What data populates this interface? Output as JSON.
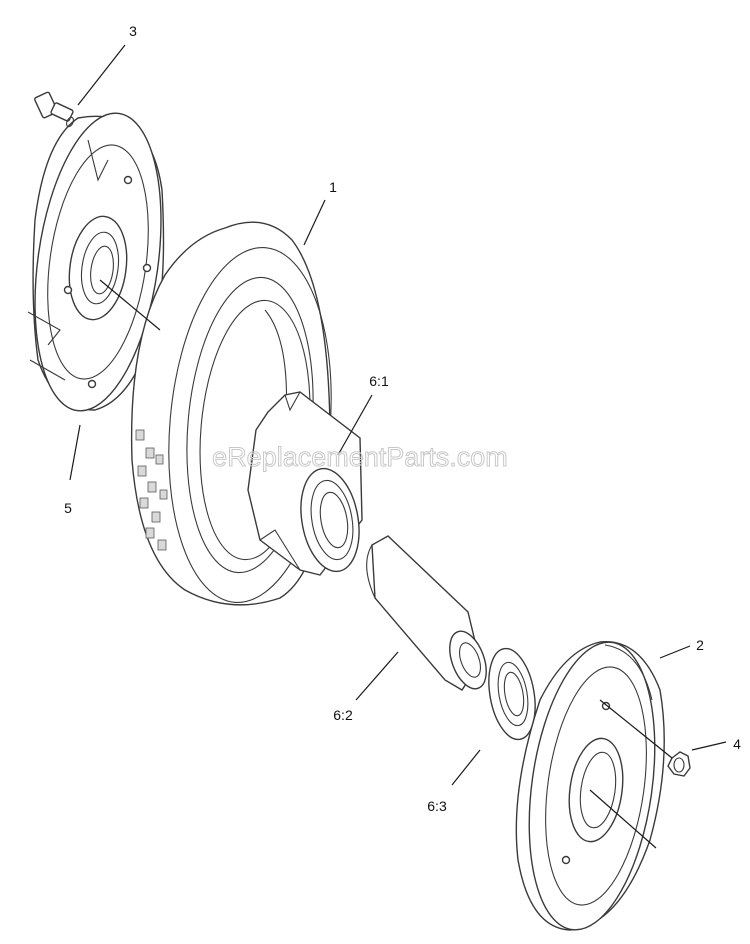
{
  "callouts": {
    "wheel": "1",
    "hub_cap_right": "2",
    "bolt": "3",
    "nut": "4",
    "hub_cap_left": "5",
    "hub": "6:1",
    "spacer_tube": "6:2",
    "bearing": "6:3"
  },
  "watermark": "eReplacementParts.com"
}
